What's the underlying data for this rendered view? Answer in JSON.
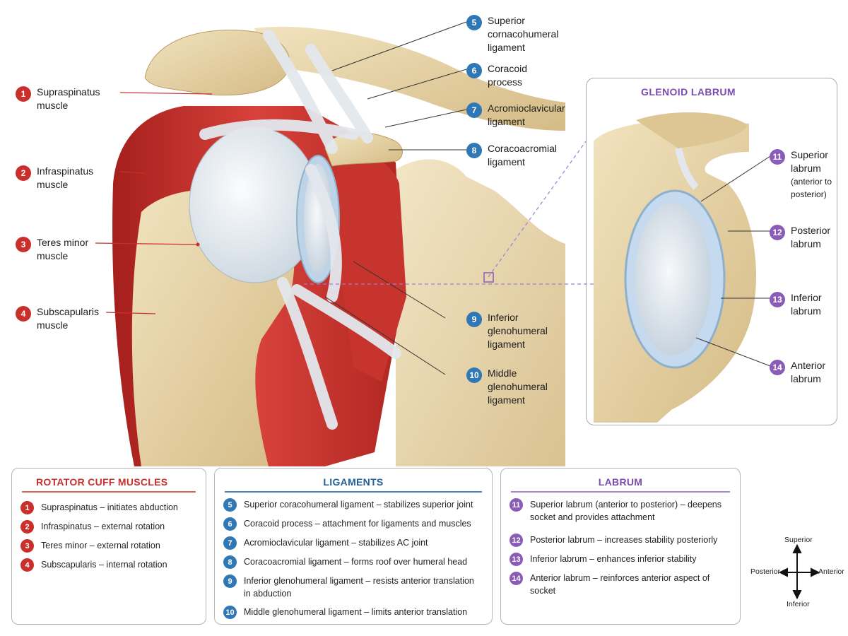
{
  "diagram": {
    "inset_title": "GLENOID LABRUM"
  },
  "callouts": [
    {
      "num": "1",
      "text": "Supraspinatus muscle",
      "color": "#c9302c"
    },
    {
      "num": "2",
      "text": "Infraspinatus muscle",
      "color": "#c9302c"
    },
    {
      "num": "3",
      "text": "Teres minor muscle",
      "color": "#c9302c"
    },
    {
      "num": "4",
      "text": "Subscapularis muscle",
      "color": "#c9302c"
    },
    {
      "num": "5",
      "text": "Superior cornacohumeral ligament",
      "color": "#2f78b5"
    },
    {
      "num": "6",
      "text": "Coracoid process",
      "color": "#2f78b5"
    },
    {
      "num": "7",
      "text": "Acromioclavicular ligament",
      "color": "#2f78b5"
    },
    {
      "num": "8",
      "text": "Coracoacromial ligament",
      "color": "#2f78b5"
    },
    {
      "num": "9",
      "text": "Inferior glenohumeral ligament",
      "color": "#2f78b5"
    },
    {
      "num": "10",
      "text": "Middle glenohumeral ligament",
      "color": "#2f78b5"
    },
    {
      "num": "11",
      "text": "Superior labrum",
      "sub": "(anterior to posterior)",
      "color": "#8a5cb8"
    },
    {
      "num": "12",
      "text": "Posterior labrum",
      "color": "#8a5cb8"
    },
    {
      "num": "13",
      "text": "Inferior labrum",
      "color": "#8a5cb8"
    },
    {
      "num": "14",
      "text": "Anterior labrum",
      "color": "#8a5cb8"
    }
  ],
  "legends": {
    "muscles": {
      "title": "ROTATOR CUFF MUSCLES",
      "items": [
        {
          "num": "1",
          "text": "Supraspinatus – initiates abduction"
        },
        {
          "num": "2",
          "text": "Infraspinatus – external rotation"
        },
        {
          "num": "3",
          "text": "Teres minor – external rotation"
        },
        {
          "num": "4",
          "text": "Subscapularis – internal rotation"
        }
      ]
    },
    "ligaments": {
      "title": "LIGAMENTS",
      "items": [
        {
          "num": "5",
          "text": "Superior coracohumeral ligament – stabilizes superior joint"
        },
        {
          "num": "6",
          "text": "Coracoid process – attachment for ligaments and muscles"
        },
        {
          "num": "7",
          "text": "Acromioclavicular ligament – stabilizes AC joint"
        },
        {
          "num": "8",
          "text": "Coracoacromial ligament – forms roof over humeral head"
        },
        {
          "num": "9",
          "text": "Inferior glenohumeral ligament – resists anterior translation in abduction"
        },
        {
          "num": "10",
          "text": "Middle glenohumeral ligament – limits anterior translation"
        }
      ]
    },
    "labrum": {
      "title": "LABRUM",
      "items": [
        {
          "num": "11",
          "text": "Superior labrum (anterior to posterior) – deepens socket and provides attachment"
        },
        {
          "num": "12",
          "text": "Posterior labrum – increases stability posteriorly"
        },
        {
          "num": "13",
          "text": "Inferior labrum – enhances inferior stability"
        },
        {
          "num": "14",
          "text": "Anterior labrum – reinforces anterior aspect of socket"
        }
      ]
    }
  },
  "compass": {
    "superior": "Superior",
    "inferior": "Inferior",
    "posterior": "Posterior",
    "anterior": "Anterior"
  },
  "colors": {
    "muscle_red": "#c9302c",
    "ligament_blue": "#2f78b5",
    "labrum_purple": "#8a5cb8",
    "bone": "#e6d3a6",
    "cartilage": "#dbe7f2"
  }
}
